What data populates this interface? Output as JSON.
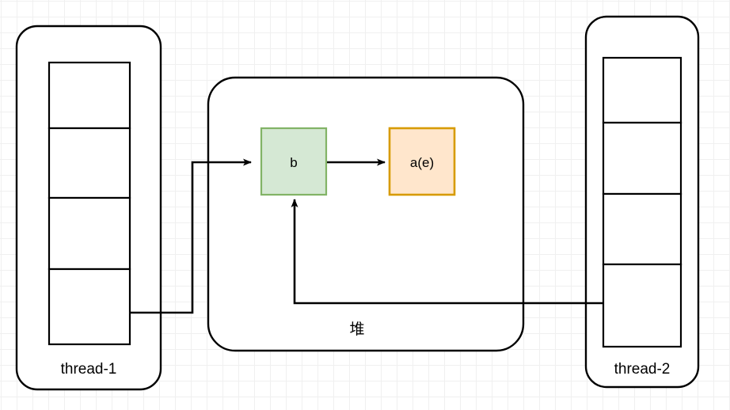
{
  "diagram": {
    "title": "thread stack and heap reference diagram",
    "background": {
      "grid": "on",
      "minor_grid_color": "#f0f0f0",
      "major_grid_color": "#d9d9d9",
      "page_color": "#ffffff"
    },
    "colors": {
      "stroke": "#000000",
      "green_fill": "#d5e8d4",
      "green_stroke": "#82b366",
      "orange_fill": "#ffe6cc",
      "orange_stroke": "#d79b00",
      "container_fill": "#ffffff"
    },
    "containers": [
      {
        "id": "thread-1-container",
        "label": "thread-1",
        "cells": 4
      },
      {
        "id": "heap-container",
        "label": "堆",
        "cells": 0
      },
      {
        "id": "thread-2-container",
        "label": "thread-2",
        "cells": 4
      }
    ],
    "heap_objects": [
      {
        "id": "object-b",
        "label": "b",
        "fill": "#d5e8d4",
        "stroke": "#82b366"
      },
      {
        "id": "object-ae",
        "label": "a(e)",
        "fill": "#ffe6cc",
        "stroke": "#d79b00"
      }
    ],
    "edges": [
      {
        "id": "edge-thread1-to-b",
        "from": "thread-1-container",
        "to": "object-b",
        "label": ""
      },
      {
        "id": "edge-b-to-ae",
        "from": "object-b",
        "to": "object-ae",
        "label": ""
      },
      {
        "id": "edge-thread2-to-b",
        "from": "thread-2-container",
        "to": "object-b",
        "label": ""
      }
    ]
  }
}
